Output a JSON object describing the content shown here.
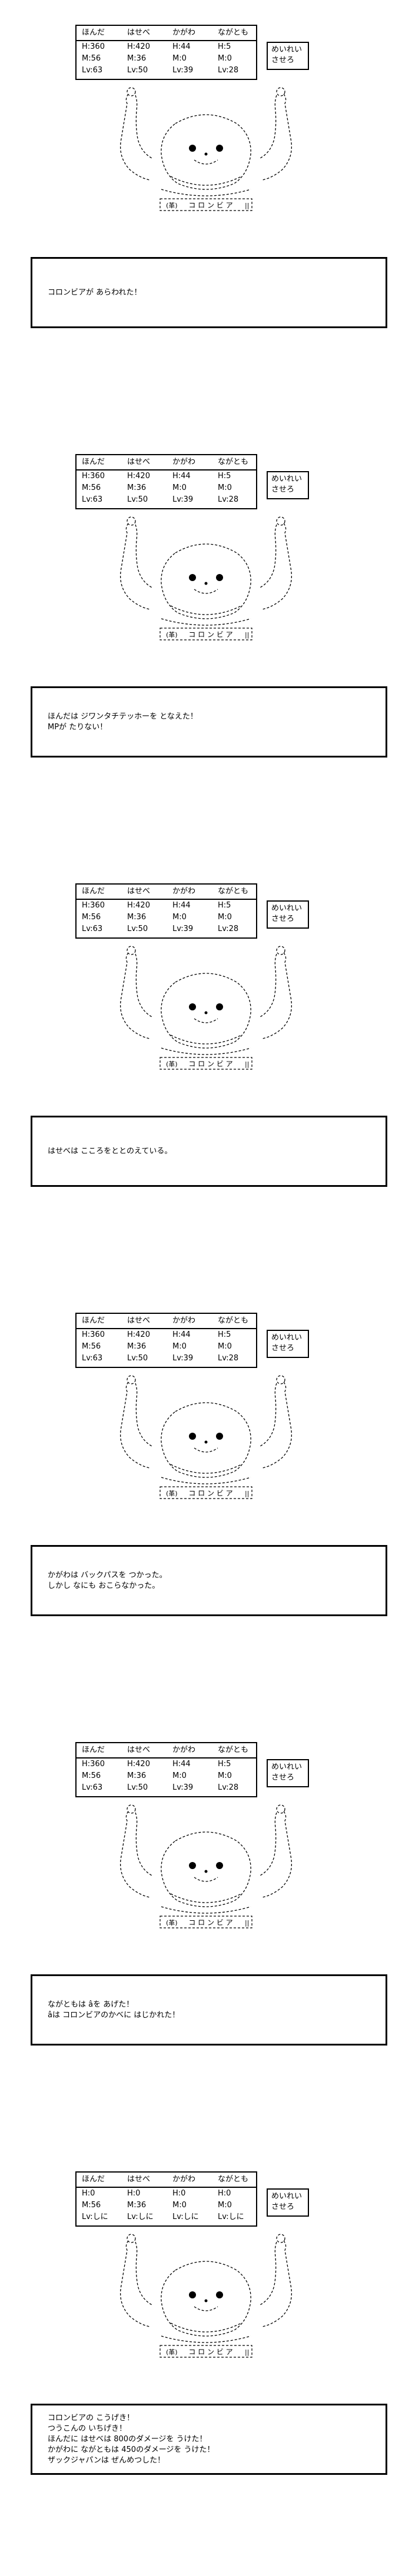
{
  "panels": [
    {
      "party": {
        "names": [
          "ほんだ",
          "はせべ",
          "かがわ",
          "ながとも"
        ],
        "hp": [
          "H:360",
          "H:420",
          "H:44",
          "H:5"
        ],
        "mp": [
          "M:56",
          "M:36",
          "M:0",
          "M:0"
        ],
        "lv": [
          "Lv:63",
          "Lv:50",
          "Lv:39",
          "Lv:28"
        ]
      },
      "command": [
        "めいれい",
        "させろ"
      ],
      "enemy_name": "コ ロ ン ビ ア",
      "message": [
        "コロンビアが あらわれた！"
      ]
    },
    {
      "party": {
        "names": [
          "ほんだ",
          "はせべ",
          "かがわ",
          "ながとも"
        ],
        "hp": [
          "H:360",
          "H:420",
          "H:44",
          "H:5"
        ],
        "mp": [
          "M:56",
          "M:36",
          "M:0",
          "M:0"
        ],
        "lv": [
          "Lv:63",
          "Lv:50",
          "Lv:39",
          "Lv:28"
        ]
      },
      "command": [
        "めいれい",
        "させろ"
      ],
      "enemy_name": "コ ロ ン ビ ア",
      "message": [
        "ほんだは ジワンタチテッホーを となえた！",
        "MPが たりない！"
      ]
    },
    {
      "party": {
        "names": [
          "ほんだ",
          "はせべ",
          "かがわ",
          "ながとも"
        ],
        "hp": [
          "H:360",
          "H:420",
          "H:44",
          "H:5"
        ],
        "mp": [
          "M:56",
          "M:36",
          "M:0",
          "M:0"
        ],
        "lv": [
          "Lv:63",
          "Lv:50",
          "Lv:39",
          "Lv:28"
        ]
      },
      "command": [
        "めいれい",
        "させろ"
      ],
      "enemy_name": "コ ロ ン ビ ア",
      "message": [
        "はせべは こころをととのえている。"
      ]
    },
    {
      "party": {
        "names": [
          "ほんだ",
          "はせべ",
          "かがわ",
          "ながとも"
        ],
        "hp": [
          "H:360",
          "H:420",
          "H:44",
          "H:5"
        ],
        "mp": [
          "M:56",
          "M:36",
          "M:0",
          "M:0"
        ],
        "lv": [
          "Lv:63",
          "Lv:50",
          "Lv:39",
          "Lv:28"
        ]
      },
      "command": [
        "めいれい",
        "させろ"
      ],
      "enemy_name": "コ ロ ン ビ ア",
      "message": [
        "かがわは バックパスを つかった。",
        "しかし なにも おこらなかった。"
      ]
    },
    {
      "party": {
        "names": [
          "ほんだ",
          "はせべ",
          "かがわ",
          "ながとも"
        ],
        "hp": [
          "H:360",
          "H:420",
          "H:44",
          "H:5"
        ],
        "mp": [
          "M:56",
          "M:36",
          "M:0",
          "M:0"
        ],
        "lv": [
          "Lv:63",
          "Lv:50",
          "Lv:39",
          "Lv:28"
        ]
      },
      "command": [
        "めいれい",
        "させろ"
      ],
      "enemy_name": "コ ロ ン ビ ア",
      "message": [
        "ながともは âを あげた！",
        "âは コロンビアのかべに はじかれた！"
      ]
    },
    {
      "party": {
        "names": [
          "ほんだ",
          "はせべ",
          "かがわ",
          "ながとも"
        ],
        "hp": [
          "H:0",
          "H:0",
          "H:0",
          "H:0"
        ],
        "mp": [
          "M:56",
          "M:36",
          "M:0",
          "M:0"
        ],
        "lv": [
          "Lv:しに",
          "Lv:しに",
          "Lv:しに",
          "Lv:しに"
        ]
      },
      "command": [
        "めいれい",
        "させろ"
      ],
      "enemy_name": "コ ロ ン ビ ア",
      "message": [
        "コロンビアの こうげき！",
        "つうこんの いちげき！",
        "ほんだに はせべは 800のダメージを うけた！",
        "かがわに ながともは 450のダメージを うけた！",
        "ザックジャパンは ぜんめつした！"
      ]
    }
  ]
}
